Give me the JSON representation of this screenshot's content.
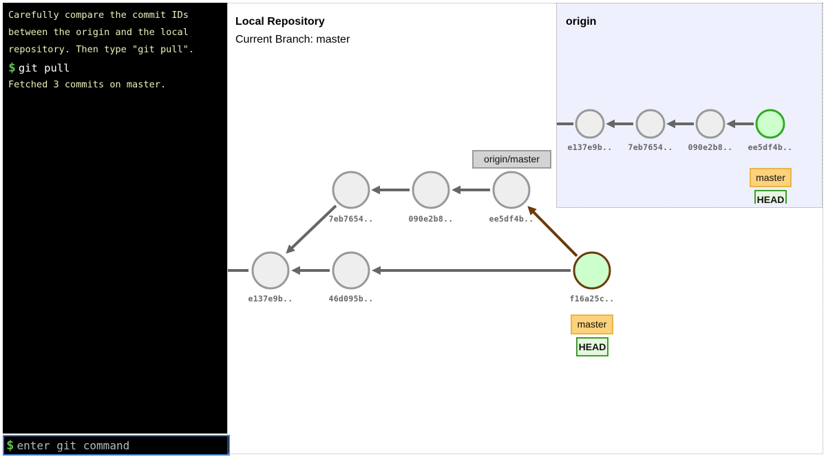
{
  "terminal": {
    "hint": "Carefully compare the commit IDs between the origin and the local repository. Then type \"git pull\".",
    "prompt_symbol": "$",
    "command": "git pull",
    "output": "Fetched 3 commits on master.",
    "input_placeholder": "enter git command"
  },
  "local": {
    "title": "Local Repository",
    "current_branch": "Current Branch: master",
    "commits": [
      {
        "id": "e137e9b.."
      },
      {
        "id": "46d095b.."
      },
      {
        "id": "7eb7654.."
      },
      {
        "id": "090e2b8.."
      },
      {
        "id": "ee5df4b.."
      },
      {
        "id": "f16a25c.."
      }
    ],
    "branch_label": "master",
    "head_label": "HEAD",
    "remote_branch_label": "origin/master"
  },
  "origin": {
    "title": "origin",
    "commits": [
      {
        "id": "e137e9b.."
      },
      {
        "id": "7eb7654.."
      },
      {
        "id": "090e2b8.."
      },
      {
        "id": "ee5df4b.."
      }
    ],
    "branch_label": "master",
    "head_label": "HEAD"
  },
  "colors": {
    "commit_fill": "#eeeeee",
    "commit_stroke": "#999999",
    "head_fill": "#ccffcc",
    "head_stroke_local": "#6b3a0a",
    "head_stroke_origin": "#33aa22",
    "arrow": "#666666",
    "merge_arrow": "#6b3a0a",
    "terminal_bg": "#000000",
    "origin_bg": "#eef0fd"
  }
}
